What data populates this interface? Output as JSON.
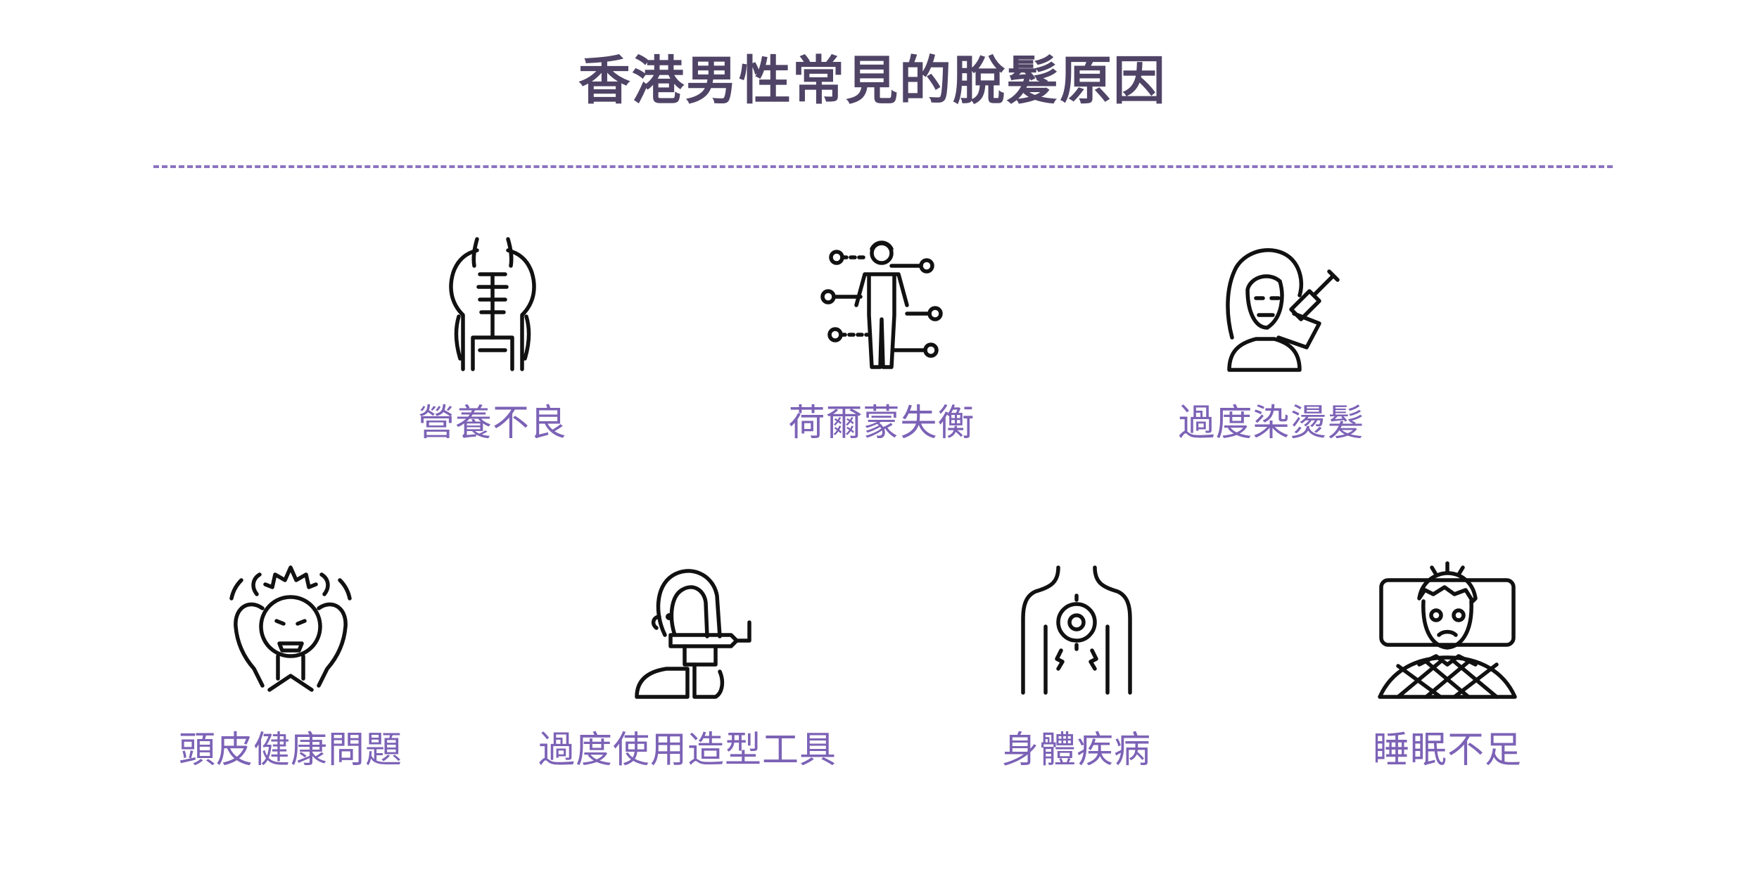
{
  "title": "香港男性常見的脫髮原因",
  "accent_color": "#7c62b6",
  "title_color": "#4f4466",
  "row1": [
    {
      "label": "營養不良",
      "icon": "malnourished-torso-icon"
    },
    {
      "label": "荷爾蒙失衡",
      "icon": "body-diagram-icon"
    },
    {
      "label": "過度染燙髮",
      "icon": "hair-dye-brush-icon"
    }
  ],
  "row2": [
    {
      "label": "頭皮健康問題",
      "icon": "stressed-head-scratch-icon"
    },
    {
      "label": "過度使用造型工具",
      "icon": "hair-straightener-icon"
    },
    {
      "label": "身體疾病",
      "icon": "back-pain-target-icon"
    },
    {
      "label": "睡眠不足",
      "icon": "sleepless-in-bed-icon"
    }
  ]
}
